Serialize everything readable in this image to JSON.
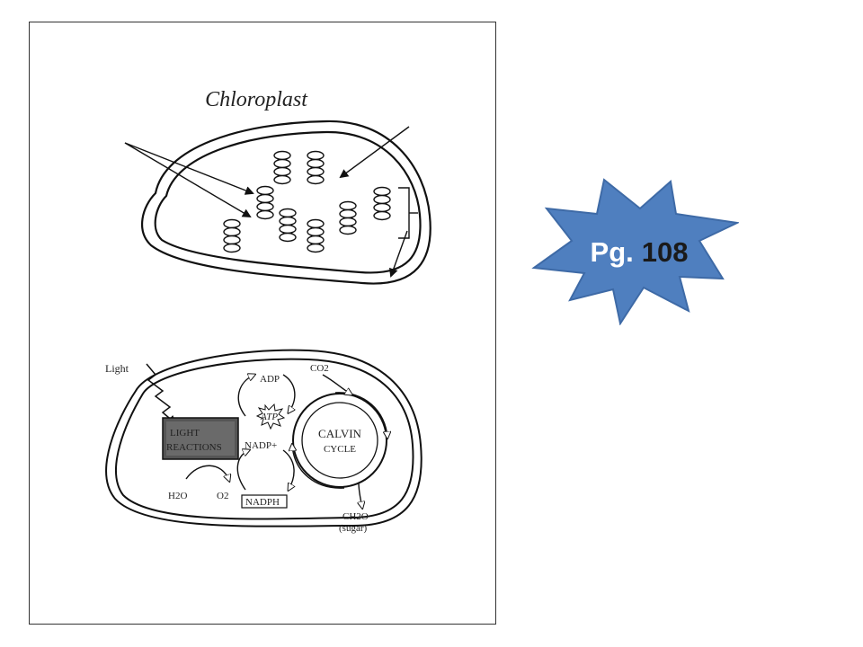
{
  "diagram": {
    "title": "Chloroplast",
    "lower": {
      "light": "Light",
      "light_reactions": [
        "LIGHT",
        "REACTIONS"
      ],
      "adp": "ADP",
      "atp": "ATP",
      "nadp_plus": "NADP+",
      "nadph": "NADPH",
      "calvin_cycle": [
        "CALVIN",
        "CYCLE"
      ],
      "co2": "CO2",
      "h2o": "H2O",
      "o2": "O2",
      "ch2o": "CH2O",
      "sugar": "(sugar)"
    }
  },
  "badge": {
    "prefix": "Pg.",
    "number": "108",
    "color": "#4f7fbf"
  }
}
